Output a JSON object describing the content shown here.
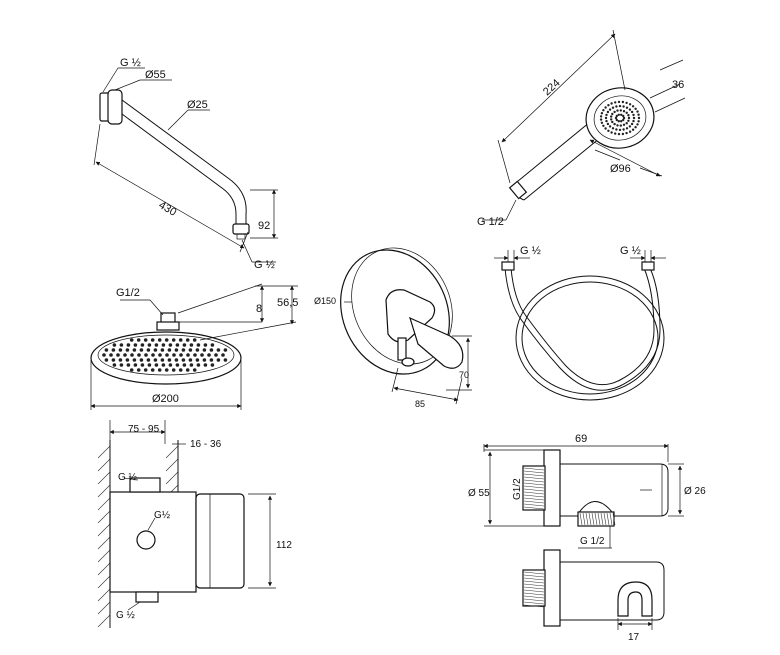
{
  "sheet": {
    "labels": {
      "arm_thread": "G ½",
      "arm_flange_dia": "Ø55",
      "arm_tube_dia": "Ø25",
      "arm_length": "430",
      "arm_drop": "92",
      "arm_outlet_thread": "G ½",
      "hand_length": "224",
      "hand_head_depth": "36",
      "hand_head_dia": "Ø96",
      "hand_thread": "G 1/2",
      "head_thread": "G1/2",
      "head_height_small": "8",
      "head_height_total": "56,5",
      "head_dia": "Ø200",
      "mixer_plate_dia": "Ø150",
      "mixer_height": "70",
      "mixer_depth": "85",
      "hose_thread_left": "G ½",
      "hose_thread_right": "G ½",
      "box_depth_range": "75 - 95",
      "box_cover_range": "16 - 36",
      "box_thread_top": "G ½",
      "box_thread_mid": "G½",
      "box_thread_bottom": "G ½",
      "box_height": "112",
      "bracket_width": "69",
      "bracket_flange_dia": "Ø 55",
      "bracket_thread_vertical": "G1/2",
      "bracket_tube_dia": "Ø 26",
      "bracket_thread_bottom": "G 1/2",
      "bracket_offset": "17"
    }
  }
}
